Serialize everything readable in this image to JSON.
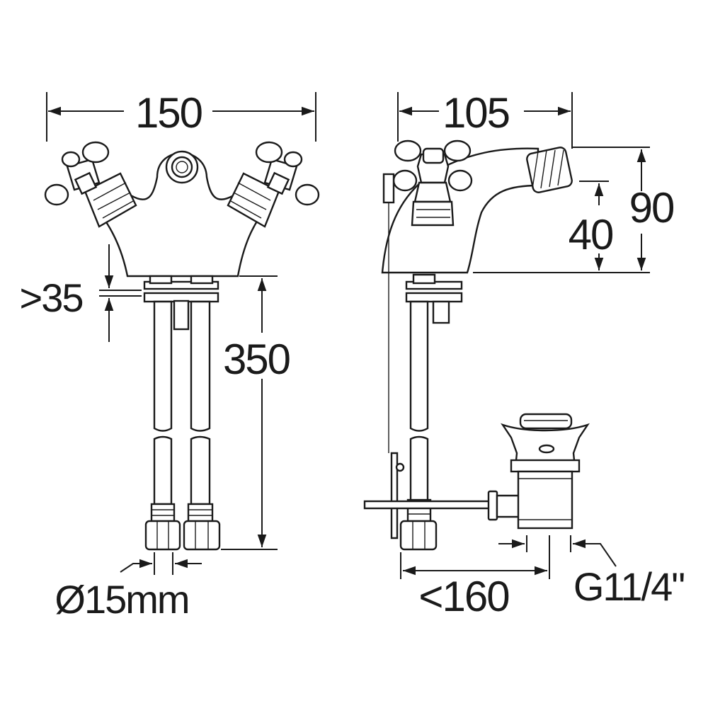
{
  "front_view": {
    "width_label": "150",
    "height_label": "350",
    "deck_label": ">35",
    "pipe_diameter_label": "Ø15mm"
  },
  "side_view": {
    "projection_label": "105",
    "height_label": "90",
    "spout_height_label": "40",
    "max_reach_label": "<160",
    "thread_label": "G11/4\""
  },
  "colors": {
    "line": "#1a1a1a",
    "background": "#ffffff"
  }
}
